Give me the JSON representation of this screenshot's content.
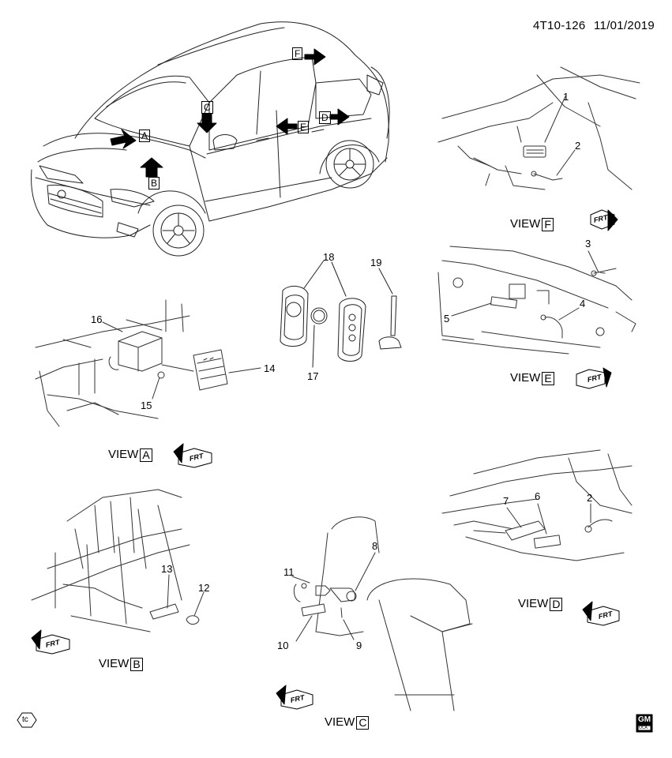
{
  "header": {
    "code": "4T10-126",
    "date": "11/01/2019"
  },
  "vehicle_arrows": {
    "A": "A",
    "B": "B",
    "C": "C",
    "D": "D",
    "E": "E",
    "F": "F"
  },
  "views": [
    {
      "prefix": "VIEW",
      "letter": "F"
    },
    {
      "prefix": "VIEW",
      "letter": "E"
    },
    {
      "prefix": "VIEW",
      "letter": "A"
    },
    {
      "prefix": "VIEW",
      "letter": "D"
    },
    {
      "prefix": "VIEW",
      "letter": "B"
    },
    {
      "prefix": "VIEW",
      "letter": "C"
    }
  ],
  "frt": "FRT",
  "callouts": [
    "1",
    "2",
    "3",
    "4",
    "5",
    "16",
    "18",
    "19",
    "14",
    "15",
    "17",
    "7",
    "6",
    "2",
    "13",
    "12",
    "11",
    "8",
    "10",
    "9"
  ],
  "footer": {
    "tc": "tc",
    "logo_top": "GM",
    "logo_bottom": "OCA"
  }
}
